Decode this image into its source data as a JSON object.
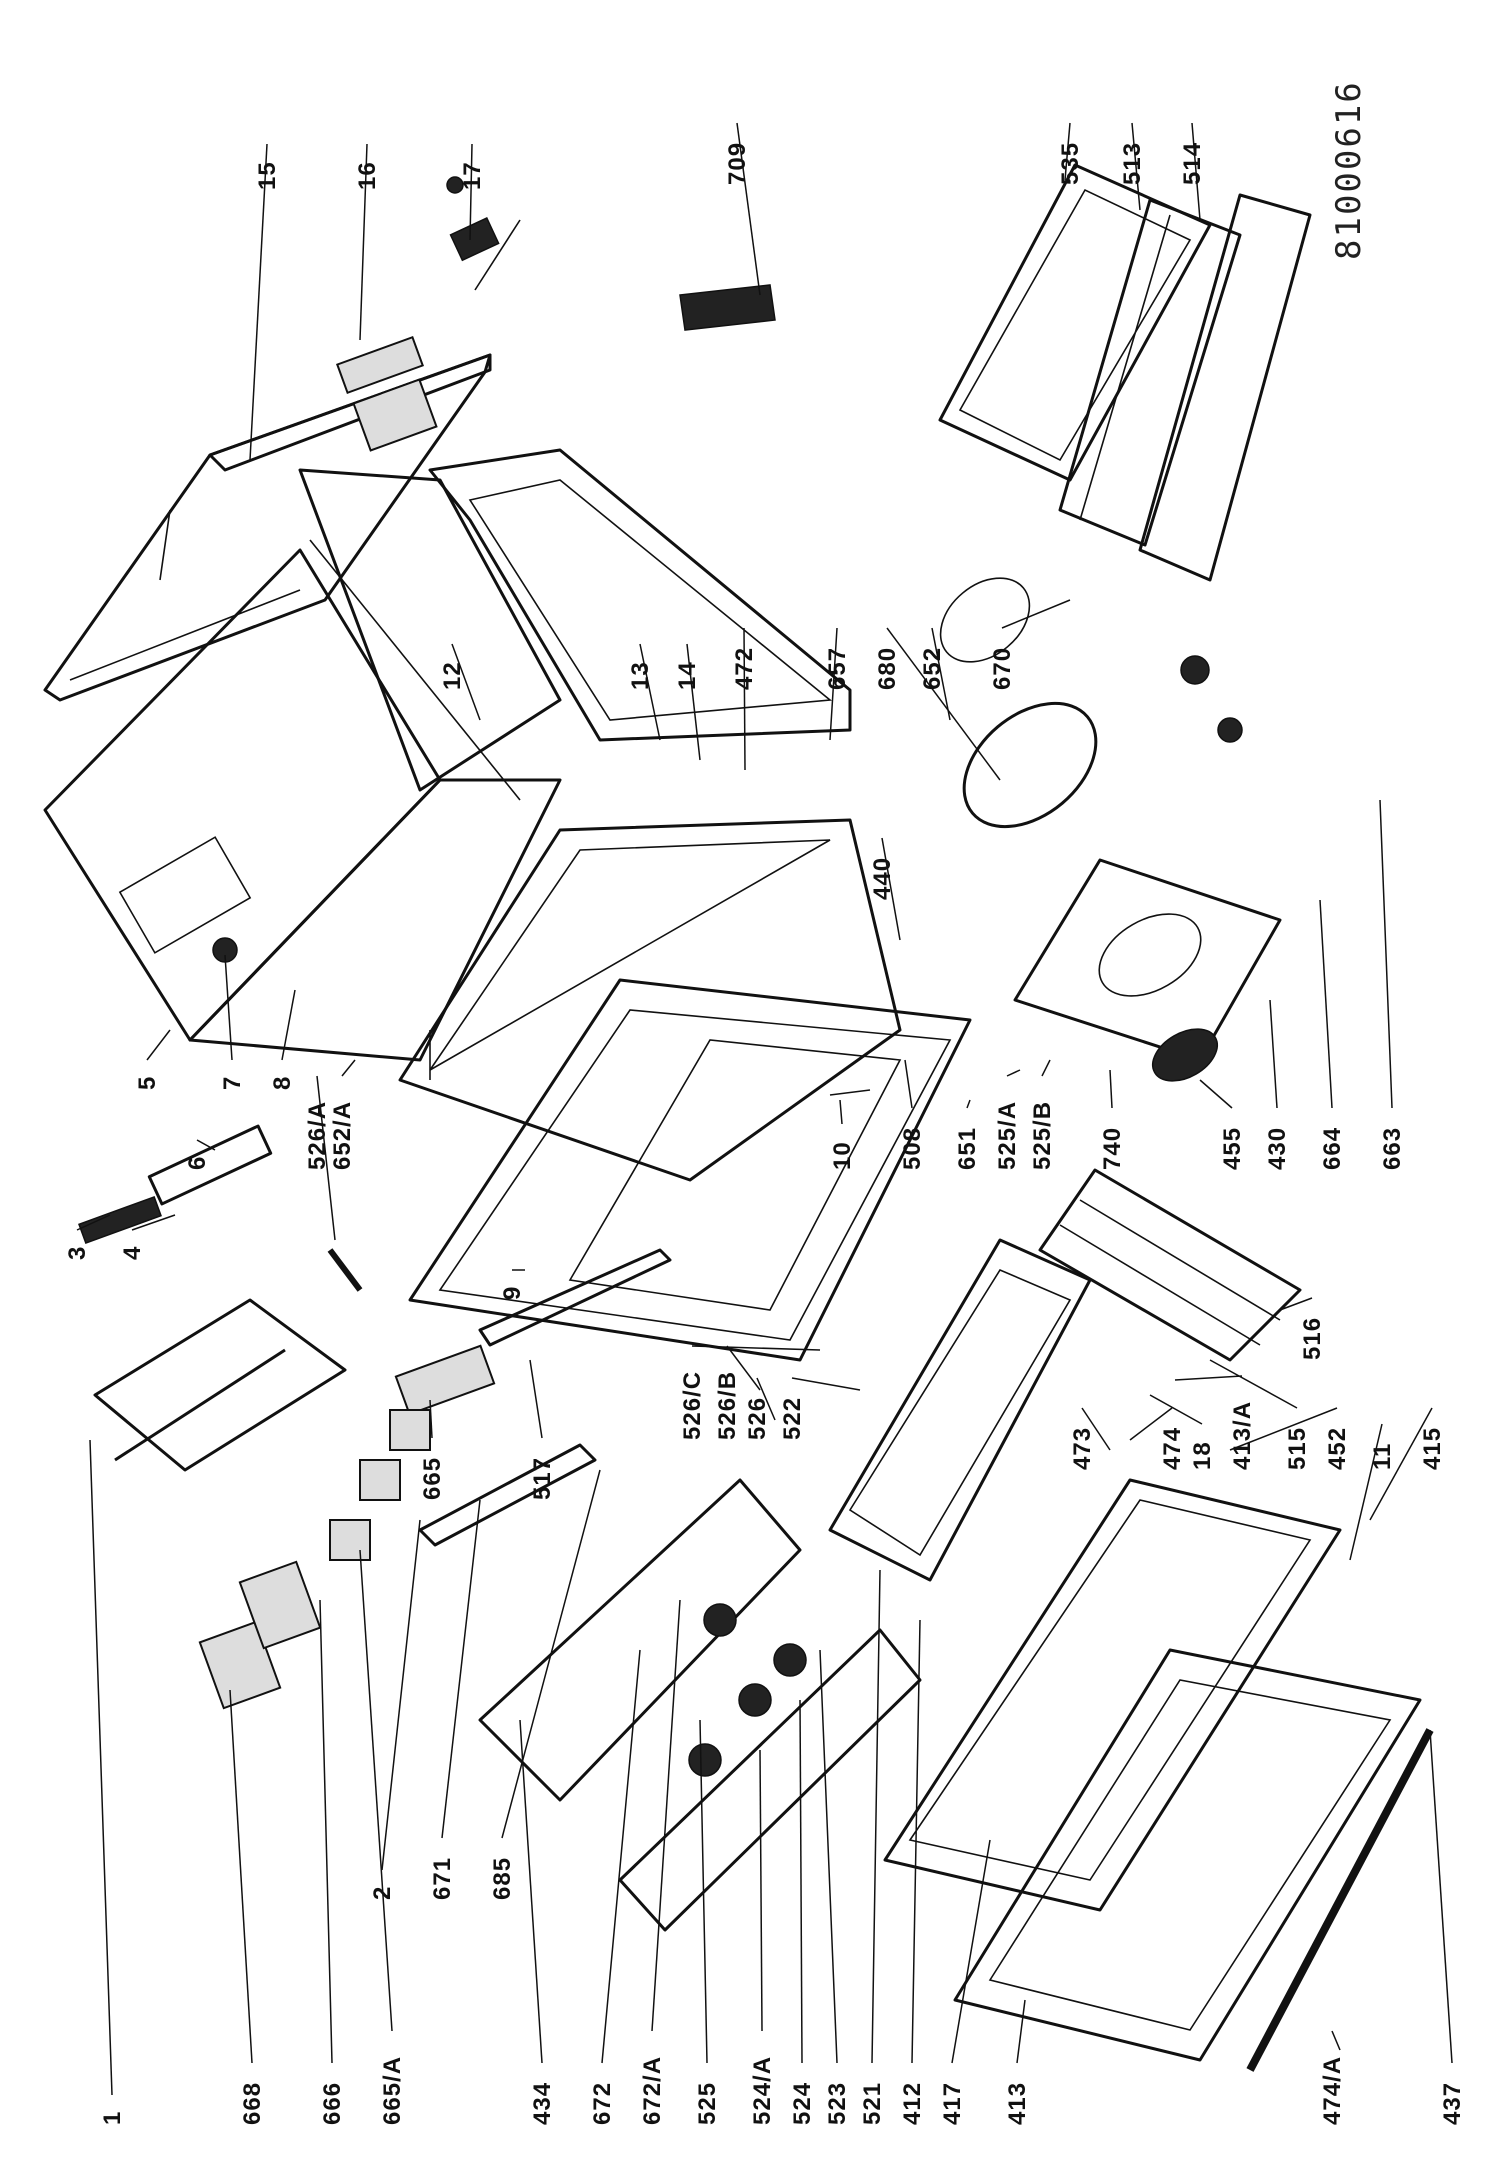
{
  "diagram": {
    "drawing_code": "81000616",
    "labels": {
      "left": [
        "1",
        "668",
        "666",
        "665/A",
        "2",
        "671",
        "685",
        "434",
        "672",
        "672/A",
        "525",
        "524/A",
        "524",
        "523",
        "521",
        "412",
        "417",
        "413",
        "474/A",
        "437"
      ],
      "upper_left": [
        "3",
        "4",
        "6",
        "5",
        "7",
        "8",
        "526/A",
        "652/A"
      ],
      "center": [
        "665",
        "517",
        "9",
        "526/C",
        "526/B",
        "526",
        "522",
        "473",
        "474",
        "18",
        "413/A",
        "515",
        "452",
        "11",
        "415",
        "516"
      ],
      "center_right": [
        "10",
        "508",
        "651",
        "525/A",
        "525/B",
        "740",
        "455",
        "430",
        "664",
        "663",
        "440"
      ],
      "top": [
        "15",
        "16",
        "17",
        "709",
        "12",
        "13",
        "14",
        "472",
        "657",
        "680",
        "652",
        "670",
        "535",
        "513",
        "514"
      ]
    }
  }
}
